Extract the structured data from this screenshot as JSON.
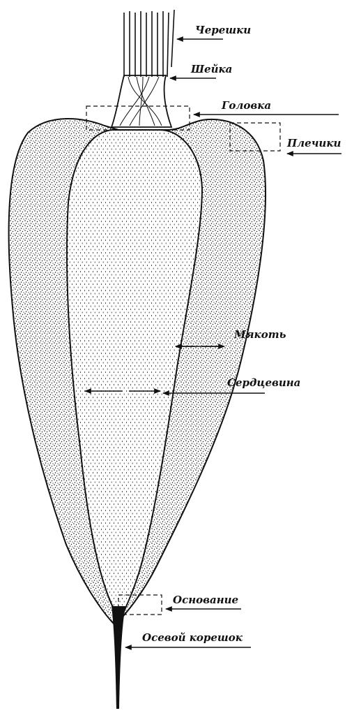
{
  "labels": {
    "petioles": "Черешки",
    "neck": "Шейка",
    "head": "Головка",
    "shoulders": "Плечики",
    "flesh": "Мякоть",
    "core": "Сердцевина",
    "base": "Основание",
    "taproot": "Осевой корешок"
  },
  "colors": {
    "ink": "#111111",
    "paper": "#ffffff"
  }
}
